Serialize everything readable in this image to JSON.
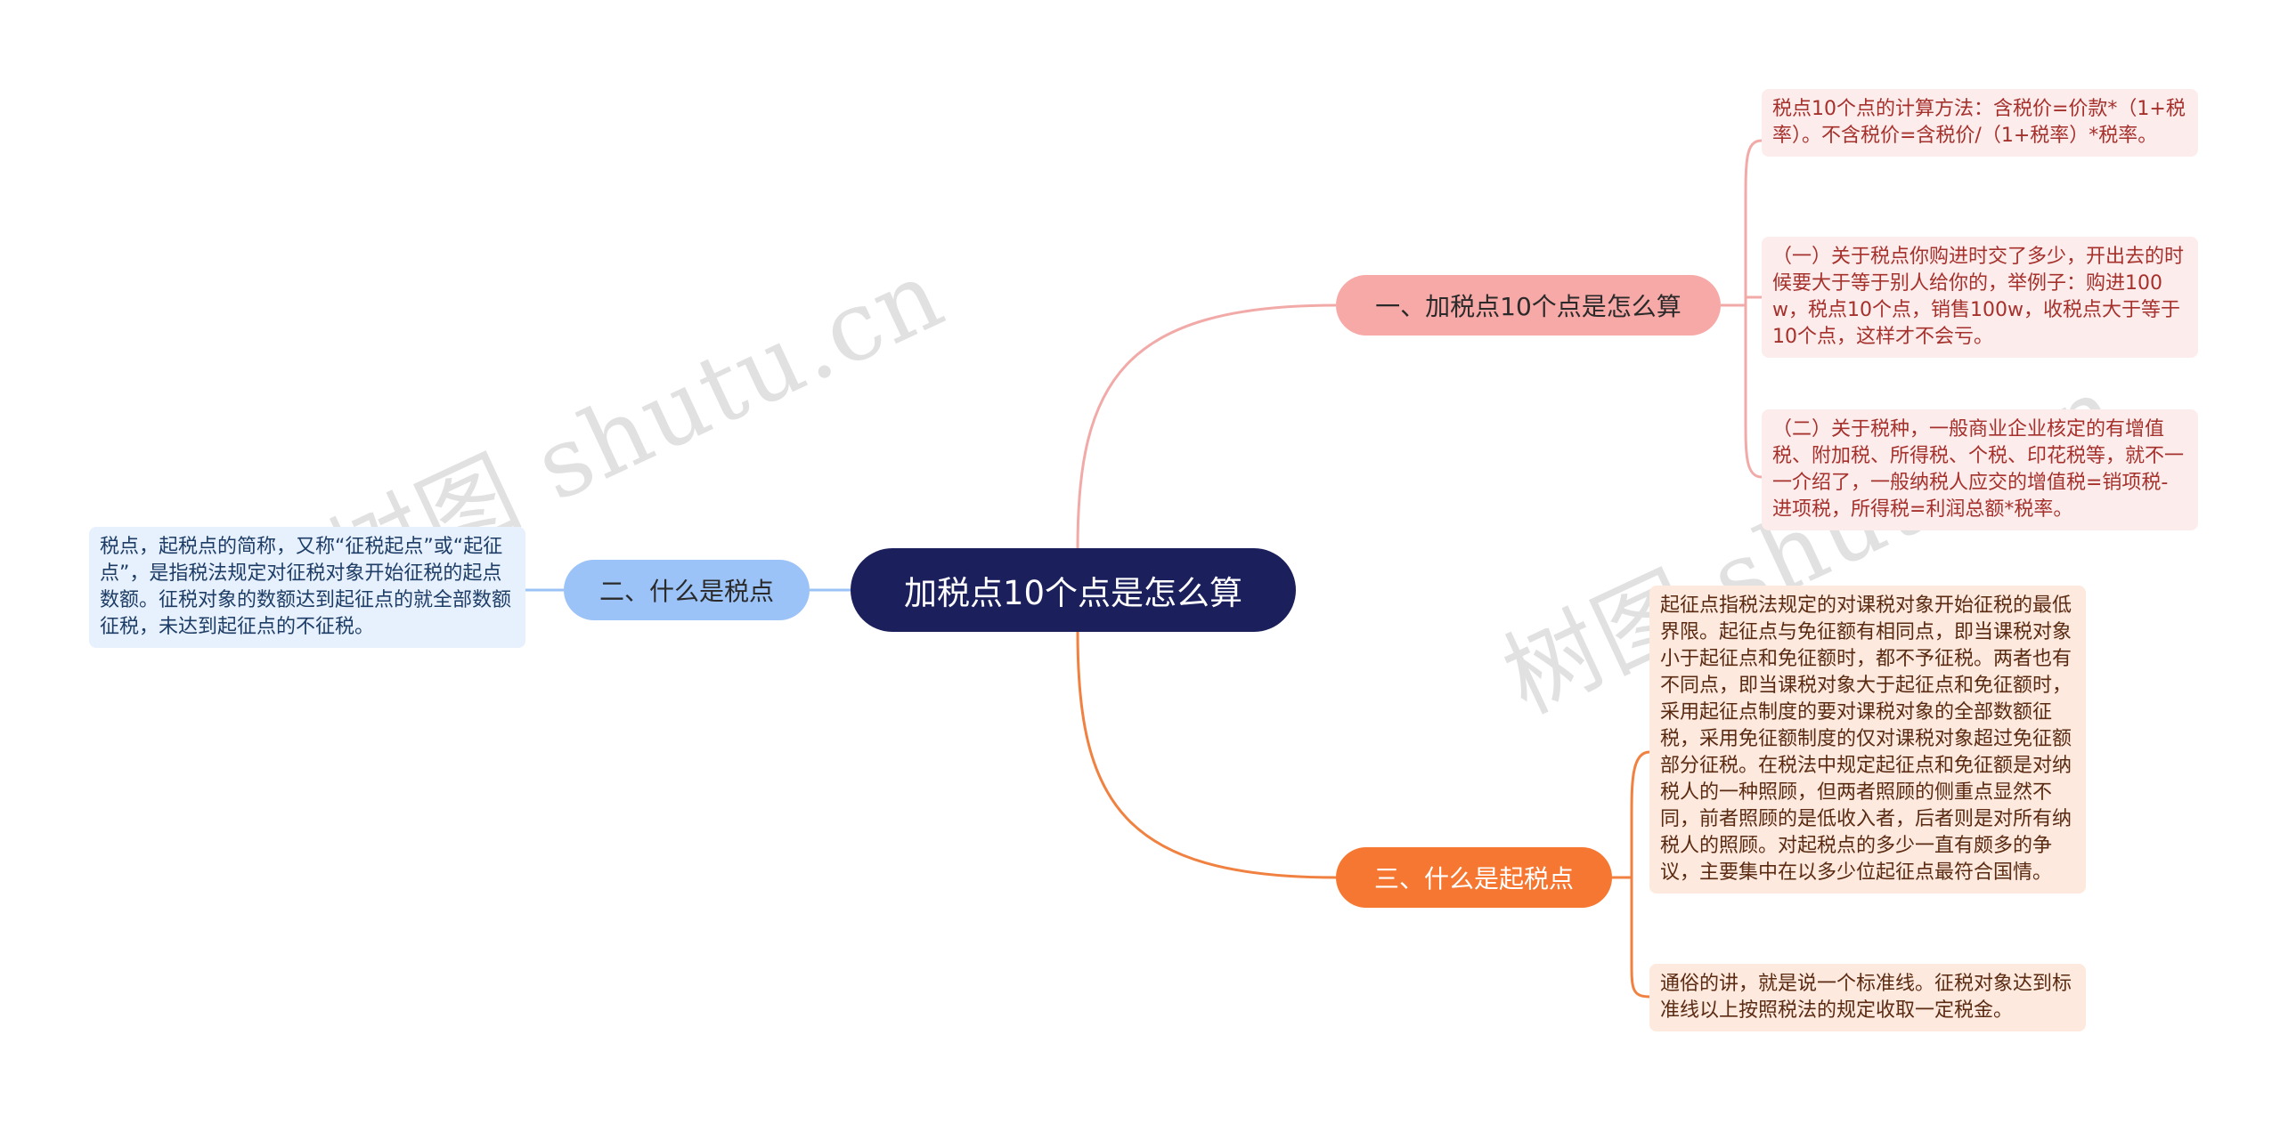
{
  "root": {
    "label": "加税点10个点是怎么算"
  },
  "branches": [
    {
      "label": "一、加税点10个点是怎么算",
      "color": "#f7a9a7",
      "leaves": [
        "税点10个点的计算方法：含税价=价款*（1+税率）。不含税价=含税价/（1+税率）*税率。",
        "（一）关于税点你购进时交了多少，开出去的时候要大于等于别人给你的，举例子：购进100w，税点10个点，销售100w，收税点大于等于10个点，这样才不会亏。",
        "（二）关于税种，一般商业企业核定的有增值税、附加税、所得税、个税、印花税等，就不一一介绍了，一般纳税人应交的增值税=销项税-进项税，所得税=利润总额*税率。"
      ]
    },
    {
      "label": "二、什么是税点",
      "color": "#9bc3f7",
      "leaves": [
        "税点，起税点的简称，又称“征税起点”或“起征点”，是指税法规定对征税对象开始征税的起点数额。征税对象的数额达到起征点的就全部数额征税，未达到起征点的不征税。"
      ]
    },
    {
      "label": "三、什么是起税点",
      "color": "#f67731",
      "leaves": [
        "起征点指税法规定的对课税对象开始征税的最低界限。起征点与免征额有相同点，即当课税对象小于起征点和免征额时，都不予征税。两者也有不同点，即当课税对象大于起征点和免征额时，采用起征点制度的要对课税对象的全部数额征税，采用免征额制度的仅对课税对象超过免征额部分征税。在税法中规定起征点和免征额是对纳税人的一种照顾，但两者照顾的侧重点显然不同，前者照顾的是低收入者，后者则是对所有纳税人的照顾。对起税点的多少一直有颇多的争议，主要集中在以多少位起征点最符合国情。",
        "通俗的讲，就是说一个标准线。征税对象达到标准线以上按照税法的规定收取一定税金。"
      ]
    }
  ],
  "watermarks": [
    "树图 shutu.cn",
    "树图 shutu.cn"
  ],
  "colors": {
    "root": "#1b1f5c",
    "line_top": "#f2aaa8",
    "line_left": "#9bc3f7",
    "line_bottom": "#f08140"
  }
}
